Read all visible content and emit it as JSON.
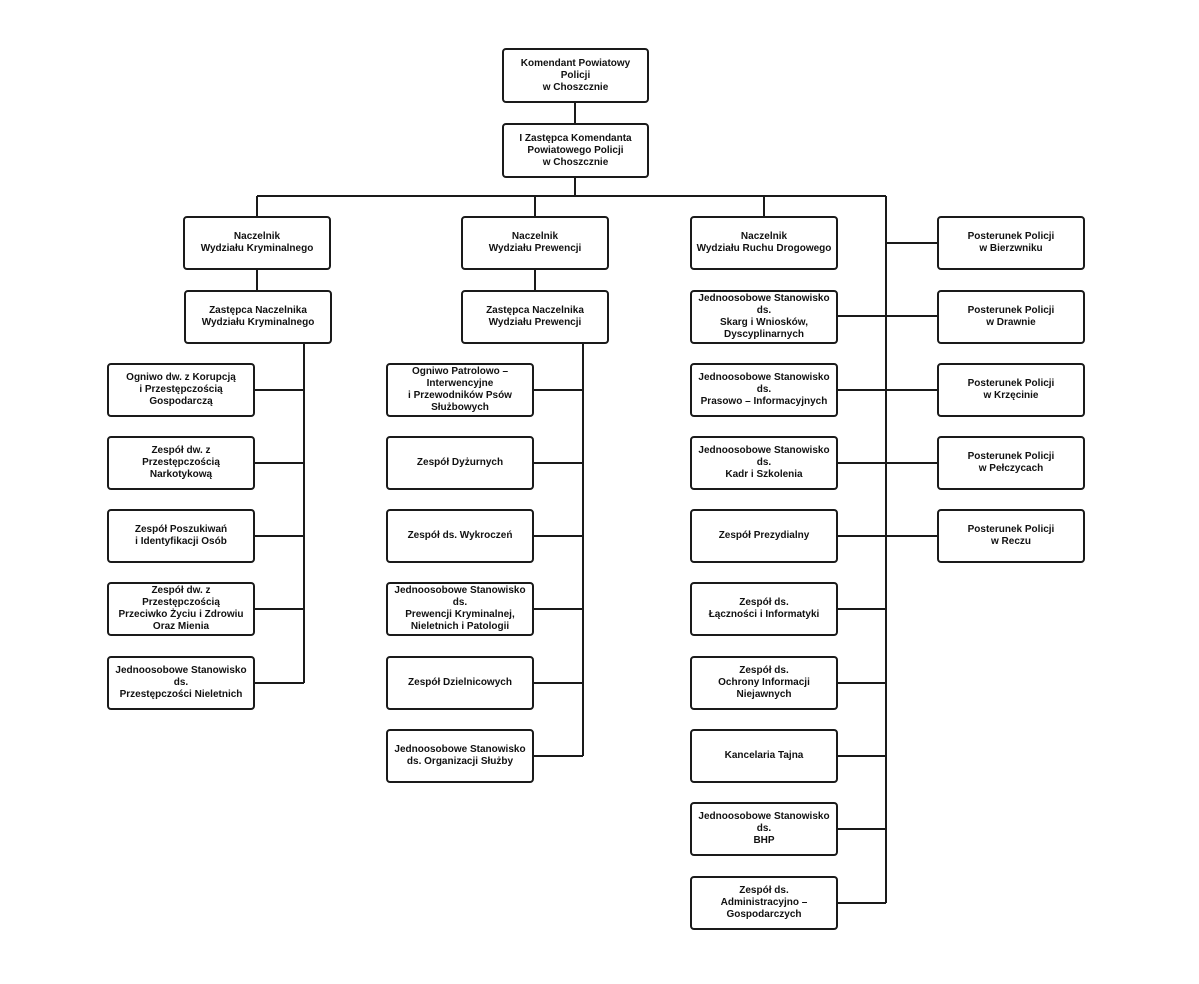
{
  "chart": {
    "boxes": {
      "commander": "Komendant Powiatowy Policji\nw Choszcznie",
      "deputy": "I Zastępca Komendanta\nPowiatowego Policji\nw Choszcznie",
      "crim_head": "Naczelnik\nWydziału Kryminalnego",
      "crim_deputy": "Zastępca Naczelnika\nWydziału Kryminalnego",
      "crim_1": "Ogniwo dw. z Korupcją\ni Przestępczością Gospodarczą",
      "crim_2": "Zespół dw. z Przestępczością\nNarkotykową",
      "crim_3": "Zespół Poszukiwań\ni Identyfikacji Osób",
      "crim_4": "Zespół dw. z Przestępczością\nPrzeciwko Życiu i Zdrowiu\nOraz Mienia",
      "crim_5": "Jednoosobowe Stanowisko ds.\nPrzestępczości Nieletnich",
      "prev_head": "Naczelnik\nWydziału Prewencji",
      "prev_deputy": "Zastępca Naczelnika\nWydziału Prewencji",
      "prev_1": "Ogniwo Patrolowo – Interwencyjne\ni Przewodników Psów\nSłużbowych",
      "prev_2": "Zespół Dyżurnych",
      "prev_3": "Zespół ds. Wykroczeń",
      "prev_4": "Jednoosobowe Stanowisko ds.\nPrewencji Kryminalnej,\nNieletnich i Patologii",
      "prev_5": "Zespół Dzielnicowych",
      "prev_6": "Jednoosobowe Stanowisko\nds. Organizacji Służby",
      "traffic_head": "Naczelnik\nWydziału Ruchu Drogowego",
      "staff_1": "Jednoosobowe Stanowisko ds.\nSkarg i Wniosków,\nDyscyplinarnych",
      "staff_2": "Jednoosobowe Stanowisko ds.\nPrasowo – Informacyjnych",
      "staff_3": "Jednoosobowe Stanowisko ds.\nKadr i Szkolenia",
      "staff_4": "Zespół Prezydialny",
      "staff_5": "Zespół ds.\nŁączności i Informatyki",
      "staff_6": "Zespół ds.\nOchrony Informacji Niejawnych",
      "staff_7": "Kancelaria Tajna",
      "staff_8": "Jednoosobowe Stanowisko ds.\nBHP",
      "staff_9": "Zespół ds.\nAdministracyjno – Gospodarczych",
      "post_1": "Posterunek Policji\nw Bierzwniku",
      "post_2": "Posterunek Policji\nw Drawnie",
      "post_3": "Posterunek Policji\nw Krzęcinie",
      "post_4": "Posterunek Policji\nw Pełczycach",
      "post_5": "Posterunek Policji\nw Reczu"
    }
  }
}
